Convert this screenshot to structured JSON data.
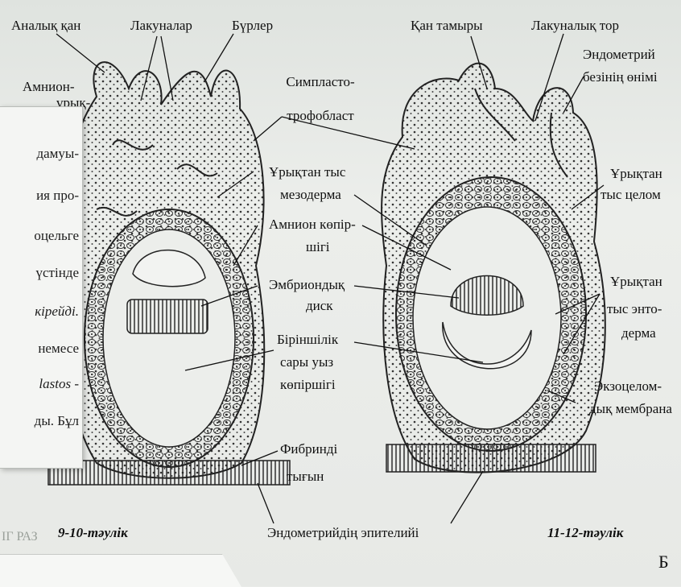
{
  "figure": {
    "panel_letter": "Б",
    "left_caption": "9-10-тәулік",
    "right_caption": "11-12-тәулік",
    "left_labels": {
      "maternal_blood": "Аналық қан",
      "lacunae": "Лакуналар",
      "buds": "Бүрлер",
      "amnion_line1": "Амнион-",
      "amnion_line2": "ұрық-"
    },
    "center_labels": {
      "symplasto_1": "Симпласто-",
      "symplasto_2": "трофобласт",
      "extra_meso_1": "Ұрықтан тыс",
      "extra_meso_2": "мезодерма",
      "amnion_vesicle_1": "Амнион көпір-",
      "amnion_vesicle_2": "шігі",
      "embryo_disc_1": "Эмбриондық",
      "embryo_disc_2": "диск",
      "yolk_1": "Біріншілік",
      "yolk_2": "сары уыз",
      "yolk_3": "көпіршігі",
      "fibrin_1": "Фибринді",
      "fibrin_2": "тығын",
      "endometrium_epithelium": "Эндометрийдің эпителийі"
    },
    "right_labels": {
      "blood_vessels": "Қан тамыры",
      "lacunar_net": "Лакуналық тор",
      "endo_gland_1": "Эндометрий",
      "endo_gland_2": "безінің өнімі",
      "extra_coelom_1": "Ұрықтан",
      "extra_coelom_2": "тыс целом",
      "extra_endo_1": "Ұрықтан",
      "extra_endo_2": "тыс энто-",
      "extra_endo_3": "дерма",
      "exocoelom_1": "Экзоцелом-",
      "exocoelom_2": "дық мембрана"
    }
  },
  "excerpt_lines": [
    "дамуы-",
    "ия про-",
    "оцельге",
    "үстінде",
    "кірейді.",
    "немесе",
    "lastos -",
    "ды. Бұл"
  ],
  "faint_text": "ІГ РАЗ"
}
